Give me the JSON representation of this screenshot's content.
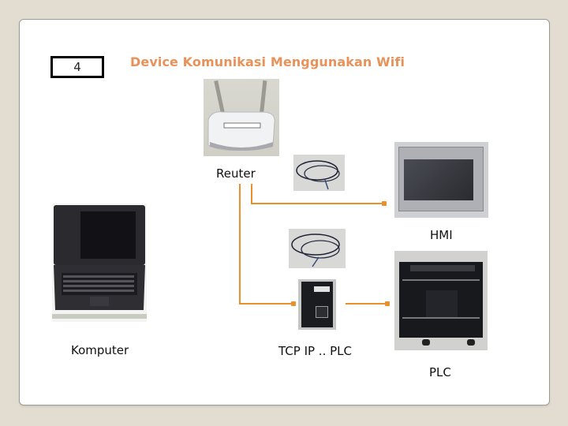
{
  "slide": {
    "number": "4",
    "title": "Device Komunikasi Menggunakan Wifi"
  },
  "devices": {
    "router": {
      "label": "Reuter",
      "icon": "wifi-router-photo"
    },
    "computer": {
      "label": "Komputer",
      "icon": "laptop-photo"
    },
    "hmi": {
      "label": "HMI",
      "icon": "hmi-touchscreen-photo"
    },
    "tcp_module": {
      "label": "TCP IP .. PLC",
      "icon": "ethernet-module-photo"
    },
    "plc": {
      "label": "PLC",
      "icon": "plc-controller-photo"
    },
    "cable_1": {
      "icon": "ethernet-cable-photo"
    },
    "cable_2": {
      "icon": "ethernet-cable-photo"
    }
  },
  "colors": {
    "title": "#e8925a",
    "connector": "#e8912c",
    "background": "#e3ddd1"
  }
}
